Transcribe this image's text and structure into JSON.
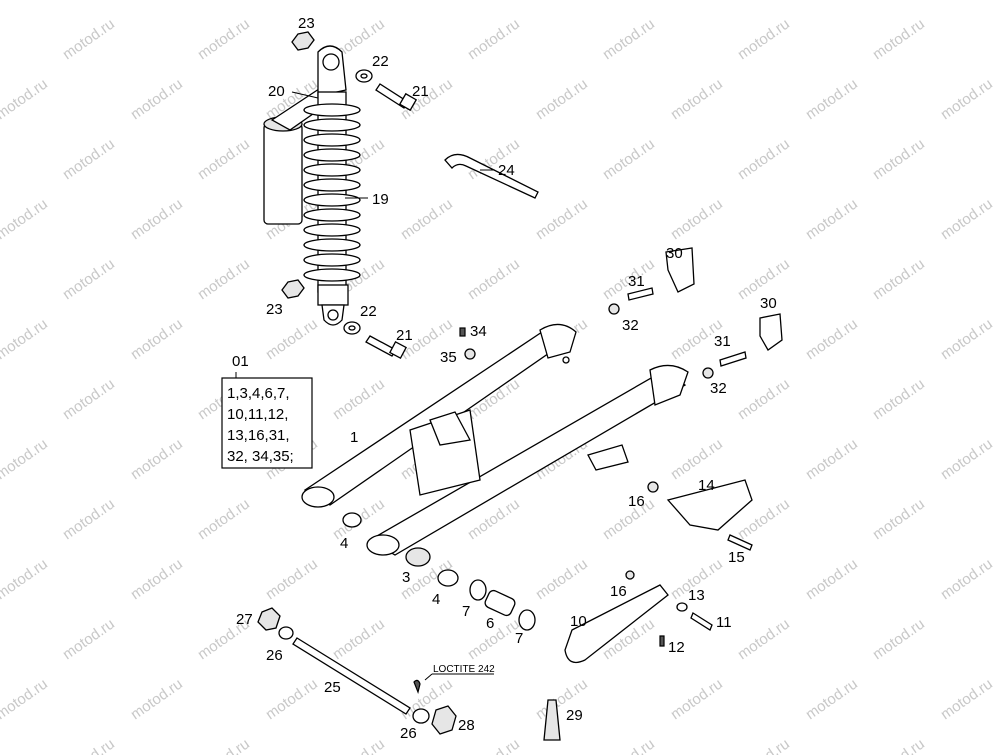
{
  "watermark": "motod.ru",
  "kit": {
    "number": "01",
    "lines": [
      "1,3,4,6,7,",
      "10,11,12,",
      "13,16,31,",
      "32, 34,35;"
    ]
  },
  "loctite_label": "LOCTITE 242",
  "callouts": {
    "c23a": "23",
    "c20": "20",
    "c22a": "22",
    "c21a": "21",
    "c19": "19",
    "c24": "24",
    "c23b": "23",
    "c22b": "22",
    "c21b": "21",
    "c34": "34",
    "c35": "35",
    "c30a": "30",
    "c31a": "31",
    "c32a": "32",
    "c30b": "30",
    "c31b": "31",
    "c32b": "32",
    "c1": "1",
    "c14": "14",
    "c16a": "16",
    "c15": "15",
    "c4a": "4",
    "c3": "3",
    "c4b": "4",
    "c7a": "7",
    "c6": "6",
    "c7b": "7",
    "c16b": "16",
    "c13": "13",
    "c10": "10",
    "c11": "11",
    "c12": "12",
    "c27": "27",
    "c26a": "26",
    "c25": "25",
    "c26b": "26",
    "c28": "28",
    "c29": "29"
  }
}
